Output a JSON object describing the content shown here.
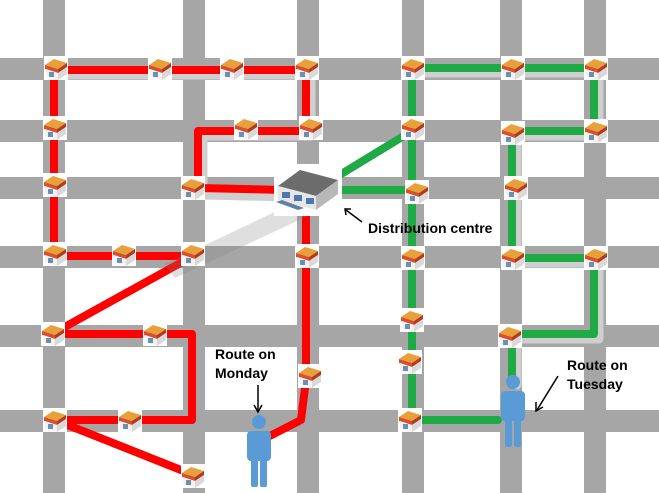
{
  "labels": {
    "distribution_centre": "Distribution centre",
    "route_monday": "Route on\nMonday",
    "route_tuesday": "Route on\nTuesday"
  },
  "colors": {
    "road": "#a6a6a6",
    "monday_route": "#ff0000",
    "tuesday_route": "#1faa45",
    "person": "#5b9bd5",
    "store_roof": "#e8a13a",
    "store_awning": "#d94f2a"
  },
  "icons": {
    "store": "store-icon",
    "distribution_centre": "warehouse-icon",
    "driver": "person-icon"
  }
}
